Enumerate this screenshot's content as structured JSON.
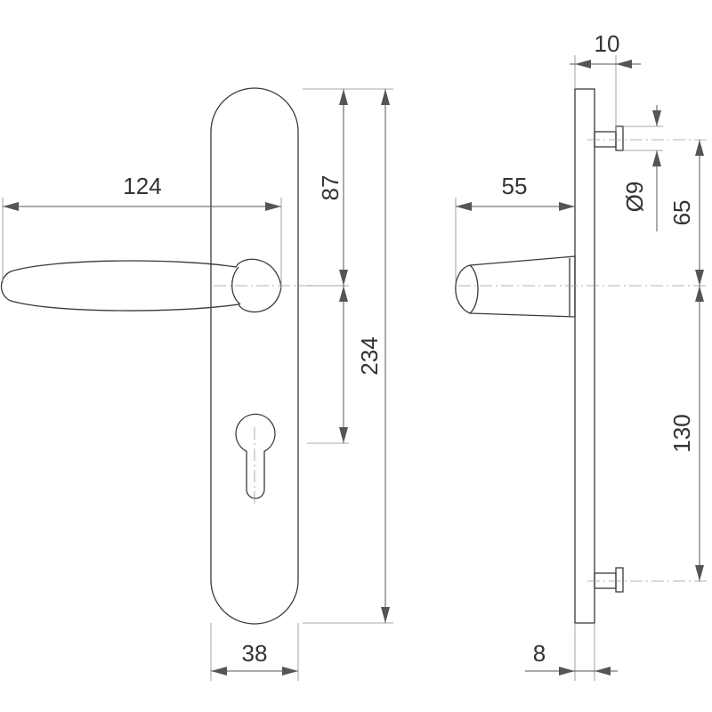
{
  "dimensions": {
    "handle_length": "124",
    "upper_height": "87",
    "lower_height": "234",
    "plate_width": "38",
    "projection": "55",
    "plate_thickness": "8",
    "top_offset": "10",
    "pin_diameter": "Ø9",
    "pin_upper": "65",
    "pin_lower": "130"
  },
  "colors": {
    "outline": "#3a3a3a",
    "dimension": "#555555",
    "text": "#333333"
  }
}
